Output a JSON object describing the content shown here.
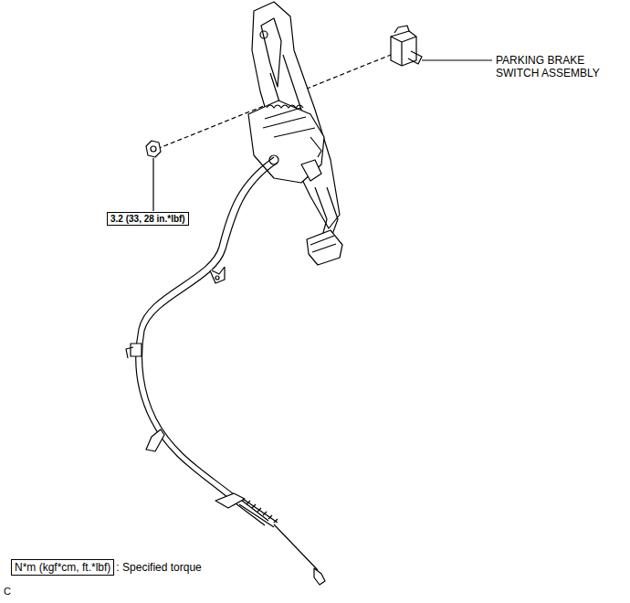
{
  "diagram": {
    "nodes": [
      {
        "text": [
          "3.2 (33, 28 in.*lbf)"
        ]
      },
      {
        "text": [
          "N*m (kgf*cm, ft.*lbf)"
        ]
      }
    ],
    "labels": [
      "PARKING BRAKE SWITCH ASSEMBLY",
      ": Specified torque",
      "C"
    ]
  }
}
